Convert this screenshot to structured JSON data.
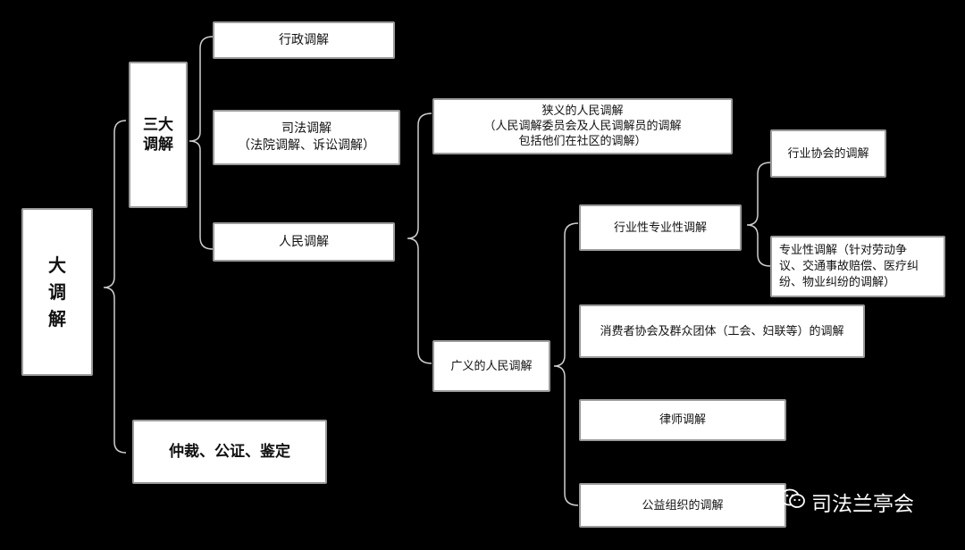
{
  "nodes": {
    "root": "大\n调\n解",
    "three": "三大\n调解",
    "arbitration": "仲裁、公证、鉴定",
    "admin": "行政调解",
    "judicial": "司法调解\n（法院调解、诉讼调解）",
    "people": "人民调解",
    "narrow": "狭义的人民调解\n（人民调解委员会及人民调解员的调解\n包括他们在社区的调解）",
    "broad": "广义的人民调解",
    "industry": "行业性专业性调解",
    "consumer": "消费者协会及群众团体（工会、妇联等）的调解",
    "lawyer": "律师调解",
    "charity": "公益组织的调解",
    "assoc": "行业协会的调解",
    "professional": "专业性调解（针对劳动争\n议、交通事故赔偿、医疗纠\n纷、物业纠纷的调解）"
  },
  "watermark": {
    "text": "司法兰亭会",
    "icon": "wechat-icon"
  },
  "colors": {
    "background": "#000000",
    "box": "#ffffff",
    "border": "#9a9a9a",
    "line": "#cfcfcf"
  }
}
